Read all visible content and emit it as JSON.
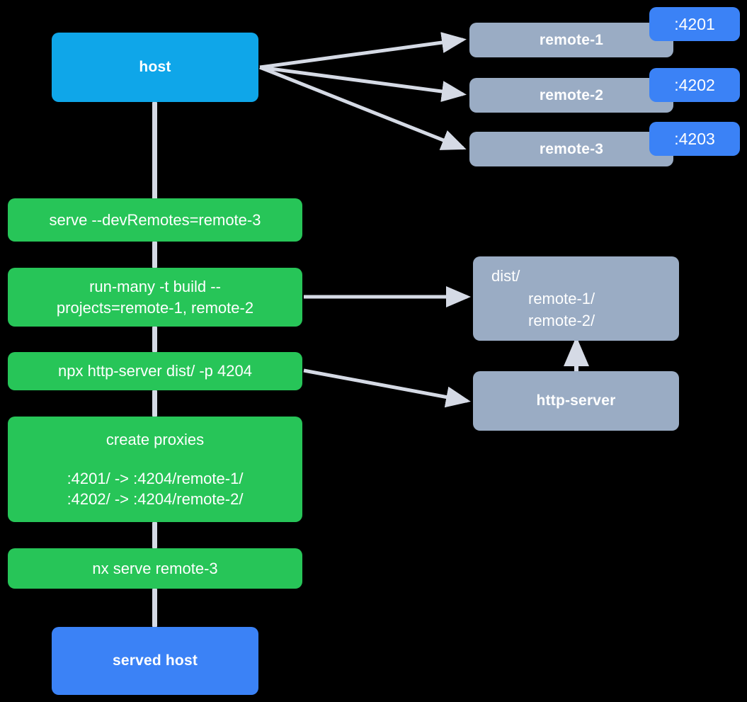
{
  "diagram": {
    "title": "nx host and remotes serve flow",
    "colors": {
      "background": "#000000",
      "host": "#0fa6e9",
      "served_host": "#3b82f6",
      "command": "#27c558",
      "gray_node": "#9aacc4",
      "port_badge": "#3b82f6",
      "connector": "#d5dae5",
      "text": "#ffffff"
    },
    "nodes": {
      "host": {
        "label": "host"
      },
      "served_host": {
        "label": "served host"
      },
      "remote_1": {
        "label": "remote-1",
        "port": ":4201"
      },
      "remote_2": {
        "label": "remote-2",
        "port": ":4202"
      },
      "remote_3": {
        "label": "remote-3",
        "port": ":4203"
      },
      "dist": {
        "line1": "dist/",
        "line2": "remote-1/",
        "line3": "remote-2/"
      },
      "http_server": {
        "label": "http-server"
      }
    },
    "commands": [
      {
        "id": "serve-dev-remotes",
        "label": "serve --devRemotes=remote-3"
      },
      {
        "id": "run-many-build",
        "label": "run-many -t build --\nprojects=remote-1, remote-2"
      },
      {
        "id": "npx-http-server",
        "label": "npx http-server dist/ -p 4204"
      },
      {
        "id": "create-proxies",
        "title": "create proxies",
        "line1": ":4201/ -> :4204/remote-1/",
        "line2": ":4202/ -> :4204/remote-2/"
      },
      {
        "id": "nx-serve-remote-3",
        "label": "nx serve remote-3"
      }
    ]
  }
}
